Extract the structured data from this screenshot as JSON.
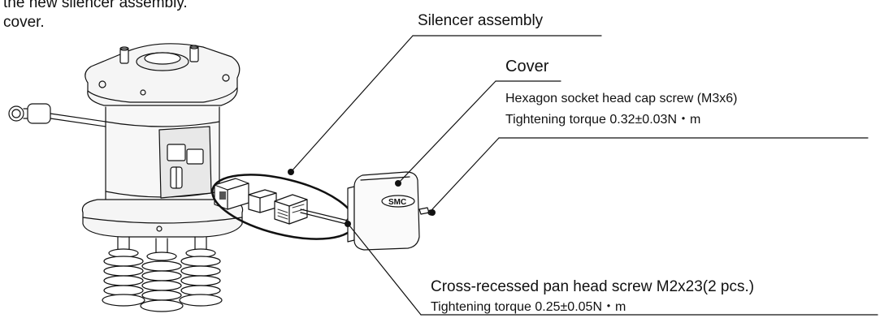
{
  "intro": {
    "line1": "the new silencer assembly.",
    "line2": "cover."
  },
  "callouts": {
    "silencer_assembly": "Silencer assembly",
    "cover": "Cover",
    "hex_screw": "Hexagon socket head cap screw (M3x6)",
    "hex_torque": "Tightening torque 0.32±0.03N・m",
    "pan_screw": "Cross-recessed pan head screw M2x23(2 pcs.)",
    "pan_torque": "Tightening torque 0.25±0.05N・m"
  },
  "cover_logo": "SMC"
}
